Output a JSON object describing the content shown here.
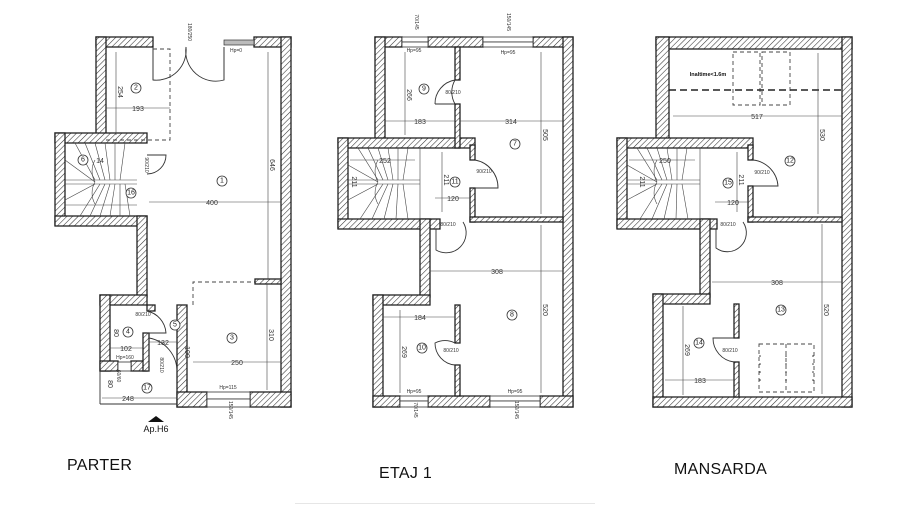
{
  "floors": [
    {
      "id": "parter",
      "label": "PARTER",
      "rooms": [
        {
          "num": "1",
          "dims": [
            "400",
            "646"
          ]
        },
        {
          "num": "2",
          "dims": [
            "193",
            "254"
          ]
        },
        {
          "num": "3",
          "dims": [
            "250",
            "310"
          ]
        },
        {
          "num": "4",
          "dims": [
            "102",
            "80"
          ]
        },
        {
          "num": "5",
          "dims": [
            "132",
            "100"
          ]
        },
        {
          "num": "6",
          "dims": [
            "14"
          ]
        },
        {
          "num": "16",
          "dims": []
        },
        {
          "num": "17",
          "dims": [
            "248",
            "80"
          ]
        }
      ],
      "doors": [
        "80/210",
        "80/210",
        "90/210"
      ],
      "annotations": {
        "entry_door": "180/250",
        "hp0": "Hp=0",
        "hp115": "Hp=115",
        "hp160": "Hp=160",
        "window_bottom": "150/145",
        "window_small": "60/60",
        "entrance_marker": "Ap.H6",
        "stair_dim_6": "6"
      }
    },
    {
      "id": "etaj1",
      "label": "ETAJ 1",
      "rooms": [
        {
          "num": "7",
          "dims": [
            "314",
            "505"
          ]
        },
        {
          "num": "8",
          "dims": [
            "308",
            "520"
          ]
        },
        {
          "num": "9",
          "dims": [
            "183",
            "266"
          ]
        },
        {
          "num": "10",
          "dims": [
            "184",
            "269"
          ]
        },
        {
          "num": "11",
          "dims": [
            "120",
            "211"
          ]
        }
      ],
      "doors": [
        "80/210",
        "90/210",
        "80/210",
        "80/210"
      ],
      "annotations": {
        "stair_width": "252",
        "stair_height": "211",
        "hp95": "Hp=95",
        "window_top_left": "70/145",
        "window_top_right": "150/145",
        "window_bottom_left": "70/145",
        "window_bottom_right": "150/145"
      }
    },
    {
      "id": "mansarda",
      "label": "MANSARDA",
      "rooms": [
        {
          "num": "12",
          "dims": [
            "517",
            "530"
          ]
        },
        {
          "num": "13",
          "dims": [
            "308",
            "520"
          ]
        },
        {
          "num": "14",
          "dims": [
            "183",
            "269"
          ]
        },
        {
          "num": "15",
          "dims": [
            "120",
            "211"
          ]
        }
      ],
      "doors": [
        "90/210",
        "80/210",
        "80/210"
      ],
      "annotations": {
        "stair_width": "250",
        "stair_height": "211",
        "height_note": "Inaltime<1.6m"
      }
    }
  ]
}
